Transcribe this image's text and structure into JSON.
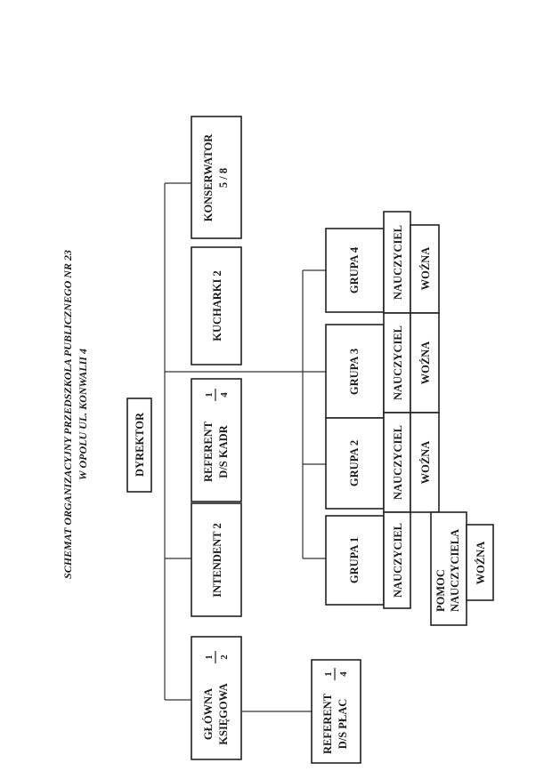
{
  "title": {
    "line1": "SCHEMAT ORGANIZACYJNY PRZEDSZKOLA PUBLICZNEGO NR 23",
    "line2": "W OPOLU UL. KONWALII 4"
  },
  "units": {
    "dyrektor": "DYREKTOR",
    "glowna_ksiegowa": {
      "line1": "GŁÓWNA",
      "line2": "KSIĘGOWA",
      "frac_num": "1",
      "frac_den": "2"
    },
    "intendent": "INTENDENT 2",
    "referent_kadr": {
      "line1": "REFERENT",
      "line2": "D/S KADR",
      "frac_num": "1",
      "frac_den": "4"
    },
    "kucharki": "KUCHARKI 2",
    "konserwator": {
      "line1": "KONSERWATOR",
      "line2": "5 / 8"
    },
    "referent_plac": {
      "line1": "REFERENT",
      "line2": "D/S PŁAC",
      "frac_num": "1",
      "frac_den": "4"
    }
  },
  "groups": [
    {
      "name": "GRUPA 1",
      "teacher": "NAUCZYCIEL"
    },
    {
      "name": "GRUPA 2",
      "teacher": "NAUCZYCIEL",
      "aide": "WOŹNA"
    },
    {
      "name": "GRUPA 3",
      "teacher": "NAUCZYCIEL",
      "aide": "WOŹNA"
    },
    {
      "name": "GRUPA 4",
      "teacher": "NAUCZYCIEL",
      "aide": "WOŹNA"
    }
  ],
  "group1_support": {
    "assistant_line1": "POMOC",
    "assistant_line2": "NAUCZYCIELA",
    "aide": "WOŹNA"
  }
}
